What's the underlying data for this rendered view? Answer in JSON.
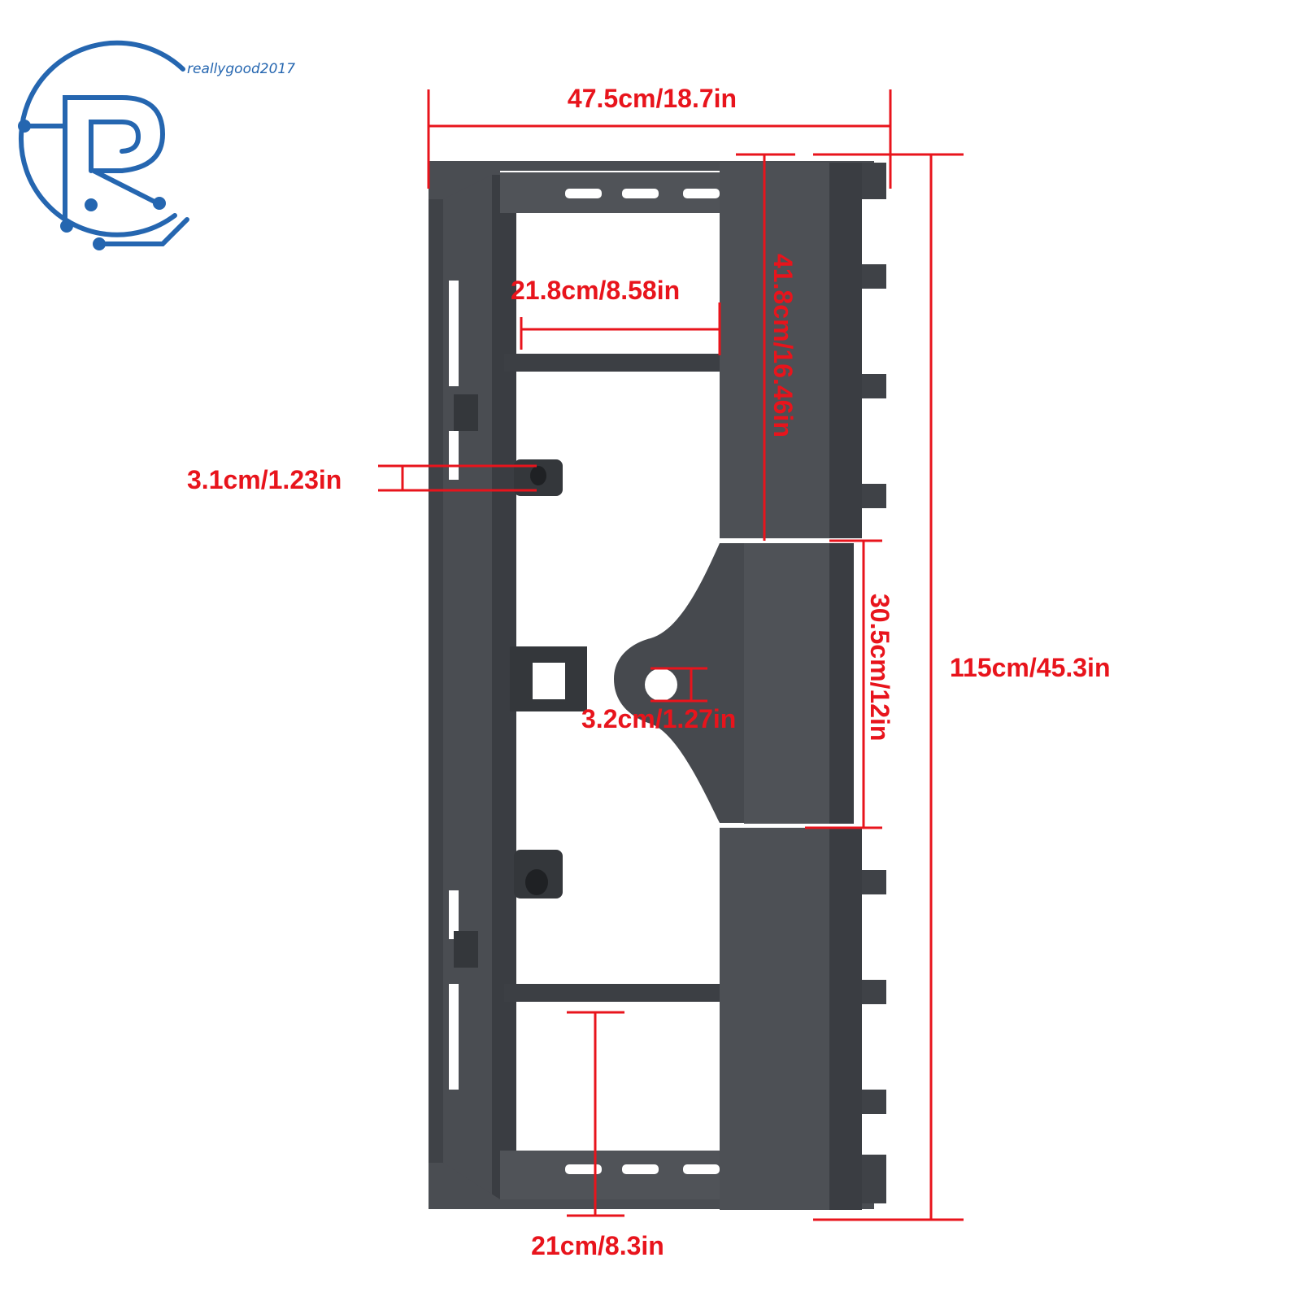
{
  "watermark": {
    "text": "reallygood2017",
    "logo_letter": "R",
    "color": "#2566b0"
  },
  "colors": {
    "dimension": "#e8141c",
    "frame": "#45484d",
    "frame_dark": "#2c2e32",
    "frame_light": "#5a5e63",
    "hole": "#ffffff"
  },
  "dimensions": {
    "overall_width": "47.5cm/18.7in",
    "overall_height": "115cm/45.3in",
    "upper_plate_height": "41.8cm/16.46in",
    "middle_plate_height": "30.5cm/12in",
    "upper_opening_width": "21.8cm/8.58in",
    "lower_opening_width": "21cm/8.3in",
    "pin_hole": "3.1cm/1.23in",
    "center_hole": "3.2cm/1.27in"
  }
}
